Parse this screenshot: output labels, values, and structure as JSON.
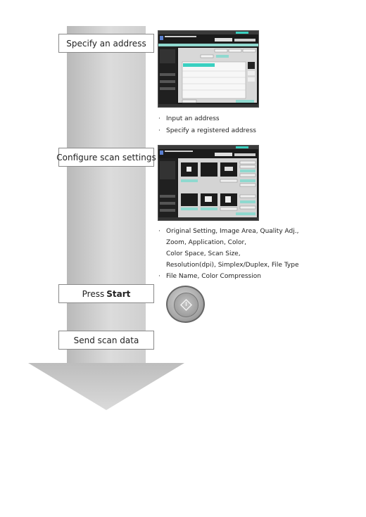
{
  "steps": [
    {
      "label": "Specify an address"
    },
    {
      "label": "Configure scan settings"
    },
    {
      "label": "Press",
      "bold": "Start"
    },
    {
      "label": "Send scan data"
    }
  ],
  "address_options": [
    "Input an address",
    "Specify a registered address"
  ],
  "scan_settings": [
    "Original Setting, Image Area, Quality Adj.,",
    "Zoom, Application, Color,",
    "Color Space, Scan Size,",
    "Resolution(dpi), Simplex/Duplex, File Type",
    "File Name, Color Compression"
  ],
  "icons": {
    "start_button": "start-diamond-icon",
    "flow_arrow": "down-arrow-icon"
  },
  "colors": {
    "flow": "#c8c8c8",
    "arrow": "#cfcfcf",
    "screen_bg": "#1b1b1b",
    "screen_accent": "#3ad0c0"
  }
}
